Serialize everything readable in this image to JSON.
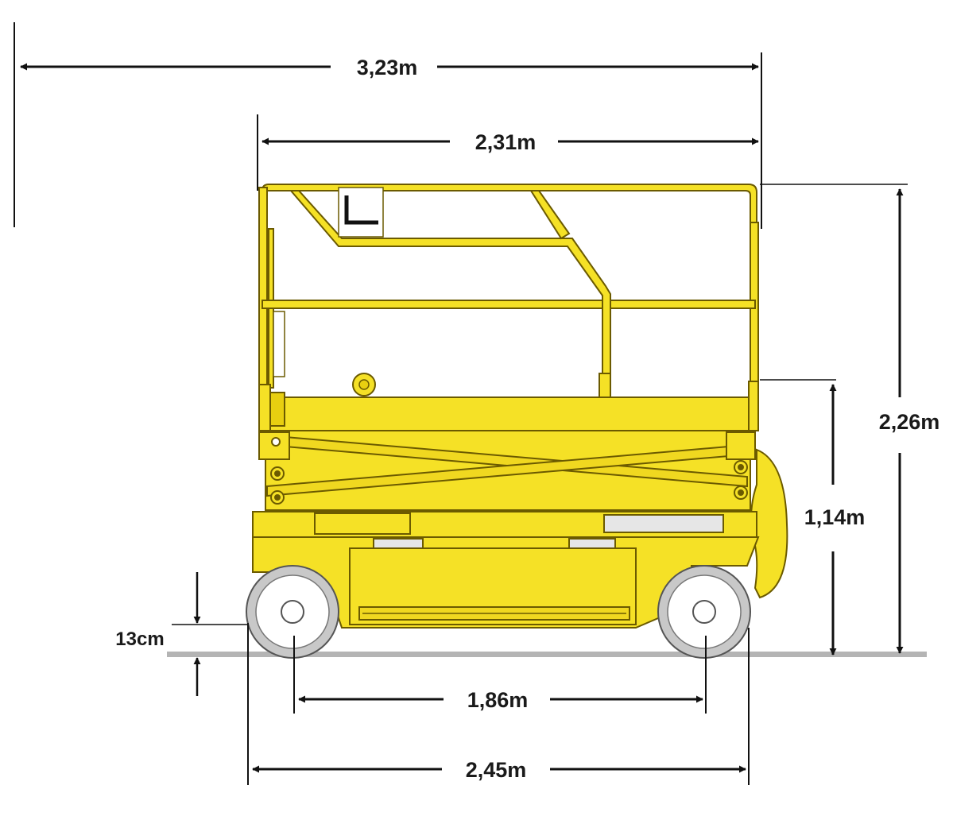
{
  "colors": {
    "machine_yellow": "#f5e126",
    "machine_yellow_dark": "#e8cf10",
    "outline": "#6b5a00",
    "tire_grey": "#c8c8c8",
    "ground_grey": "#b4b4b4",
    "dimension_black": "#111111",
    "background": "#ffffff"
  },
  "dimensions": {
    "overall_length_extended": "3,23m",
    "platform_length": "2,31m",
    "stowed_height": "2,26m",
    "platform_floor_height": "1,14m",
    "ground_clearance": "13cm",
    "wheelbase": "1,86m",
    "machine_length": "2,45m"
  }
}
